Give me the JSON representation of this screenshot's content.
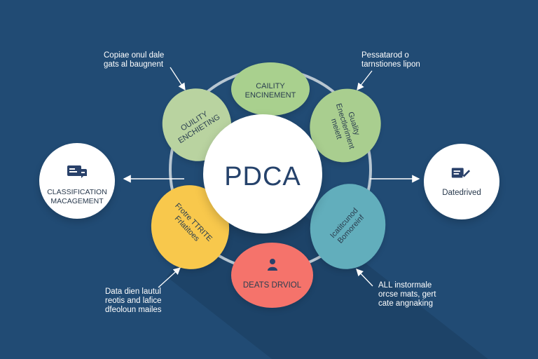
{
  "diagram": {
    "center": {
      "title": "PDCA"
    },
    "petals": {
      "top": "CAILITY\nENCINEMENT",
      "upper_left": "OUILITY\nENCHIETING",
      "upper_right": "Guality\nEnectleriment\nmeiett",
      "lower_left": "Frotre TTRITE\nFrlatitoes",
      "lower_right": "Icatitcunod\nBomoreinf",
      "bottom": "DEATS DRVIOL"
    },
    "side_nodes": {
      "left": "CLASSIFICATION\nMACAGEMENT",
      "right": "Datedrived"
    },
    "annotations": {
      "top_left": "Copiae onul dale\ngats al baugnent",
      "top_right": "Pessatarod o\ntarnstiones lipon",
      "bottom_left": "Data dien lautul\nreotis and lafice\ndfeoloun mailes",
      "bottom_right": "ALL instormale\norcse mats, gert\ncate angnaking"
    },
    "icons": {
      "left_node": "card-chat-icon",
      "right_node": "document-pen-icon",
      "bottom_petal": "person-icon"
    },
    "colors": {
      "background": "#214b74",
      "white": "#ffffff",
      "green": "#a9d08e",
      "light_green": "#b9d3a0",
      "yellow": "#f8c84c",
      "teal": "#62aebc",
      "coral": "#f5736b",
      "navy_text": "#25426b"
    }
  }
}
